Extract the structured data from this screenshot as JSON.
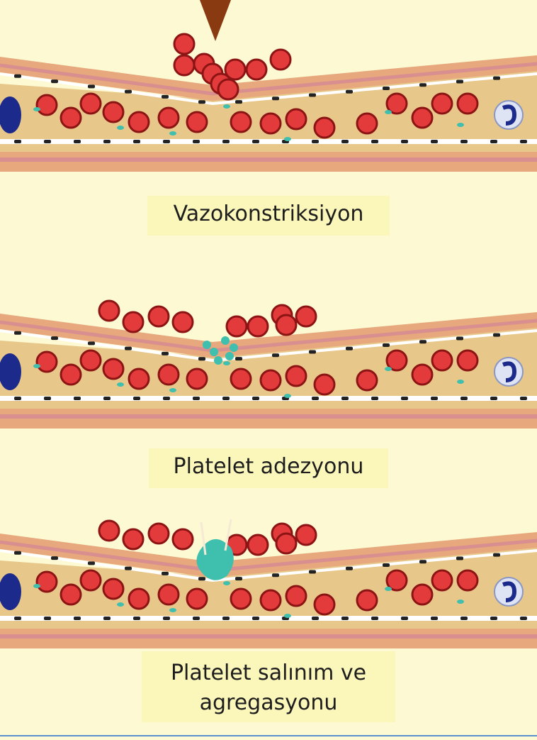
{
  "panels": [
    {
      "caption": "Vazokonstriksiyon",
      "stage": "vasoconstriction"
    },
    {
      "caption": "Platelet adezyonu",
      "stage": "platelet-adhesion"
    },
    {
      "caption_line1": "Platelet salınım ve",
      "caption_line2": "agregasyonu",
      "stage": "platelet-release-aggregation"
    }
  ],
  "colors": {
    "background": "#fdf9d2",
    "label_background": "#fbf6ba",
    "vessel_wall_outer": "#e6a87c",
    "vessel_wall_inner": "#d98f8f",
    "blood_plasma": "#e8c88a",
    "red_blood_cell": "#e33b3b",
    "red_blood_cell_edge": "#8c1414",
    "platelet": "#3fbfae",
    "white_cell": "#1c2a8c",
    "needle": "#8a3a10"
  },
  "icons": [
    "needle-icon",
    "red-blood-cell-icon",
    "platelet-icon",
    "white-blood-cell-icon"
  ]
}
